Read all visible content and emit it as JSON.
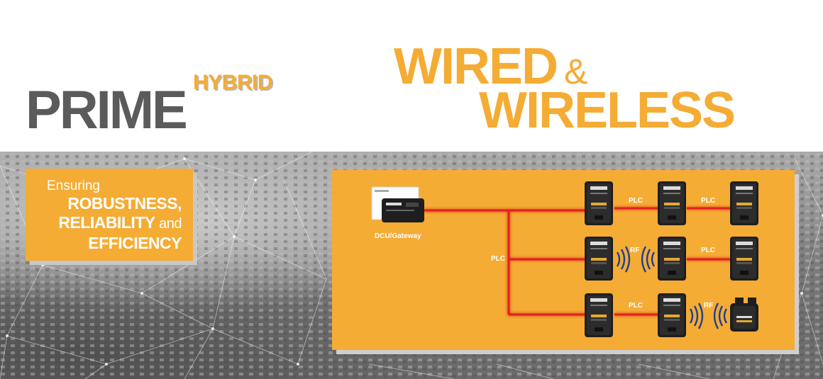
{
  "logo": {
    "top_word": "HYBRID",
    "main_word": "PRIME"
  },
  "headline": {
    "line1": "WIRED",
    "ampersand": "&",
    "line2": "WIRELESS"
  },
  "tagline": {
    "line1": "Ensuring",
    "line2": "ROBUSTNESS,",
    "line3a": "RELIABILITY",
    "line3b": "and",
    "line4": "EFFICIENCY"
  },
  "diagram": {
    "gateway_label": "DCU/Gateway",
    "trunk_label": "PLC",
    "row1": {
      "link1": "PLC",
      "link2": "PLC"
    },
    "row2": {
      "link1": "RF",
      "link2": "PLC"
    },
    "row3": {
      "link1": "PLC",
      "link2": "RF"
    }
  },
  "colors": {
    "accent": "#f4ac35",
    "logo_gray": "#5b5b5b",
    "wire": "#e0241b",
    "meter": "#1e1e1e",
    "rf": "#1f3f8f"
  }
}
